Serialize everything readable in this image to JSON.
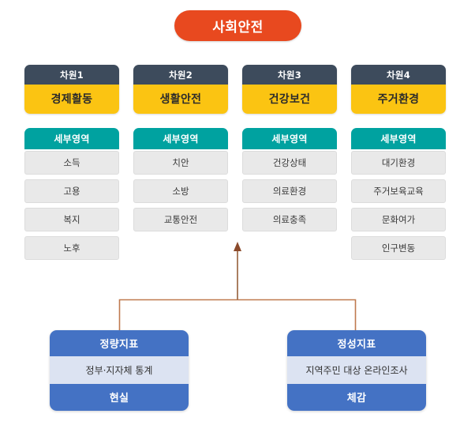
{
  "root": {
    "label": "사회안전",
    "color": "#e8491f"
  },
  "palette": {
    "dimension_header": "#3d4b5c",
    "dimension_name": "#fbc412",
    "subarea_header": "#00a2a0",
    "subarea_item": "#e9e9e9",
    "indicator_header": "#4472c4",
    "indicator_body": "#dce3f2",
    "connector": "#a0522d"
  },
  "columns": [
    {
      "index_label": "차원1",
      "name": "경제활동",
      "subarea_label": "세부영역",
      "items": [
        "소득",
        "고용",
        "복지",
        "노후"
      ]
    },
    {
      "index_label": "차원2",
      "name": "생활안전",
      "subarea_label": "세부영역",
      "items": [
        "치안",
        "소방",
        "교통안전"
      ]
    },
    {
      "index_label": "차원3",
      "name": "건강보건",
      "subarea_label": "세부영역",
      "items": [
        "건강상태",
        "의료환경",
        "의료충족"
      ]
    },
    {
      "index_label": "차원4",
      "name": "주거환경",
      "subarea_label": "세부영역",
      "items": [
        "대기환경",
        "주거보육교육",
        "문화여가",
        "인구변동"
      ]
    }
  ],
  "indicators": [
    {
      "title": "정량지표",
      "source": "정부·지자체 통계",
      "footer": "현실"
    },
    {
      "title": "정성지표",
      "source": "지역주민 대상 온라인조사",
      "footer": "체감"
    }
  ],
  "connector": {
    "icon": "arrow-up-icon",
    "direction": "up"
  }
}
